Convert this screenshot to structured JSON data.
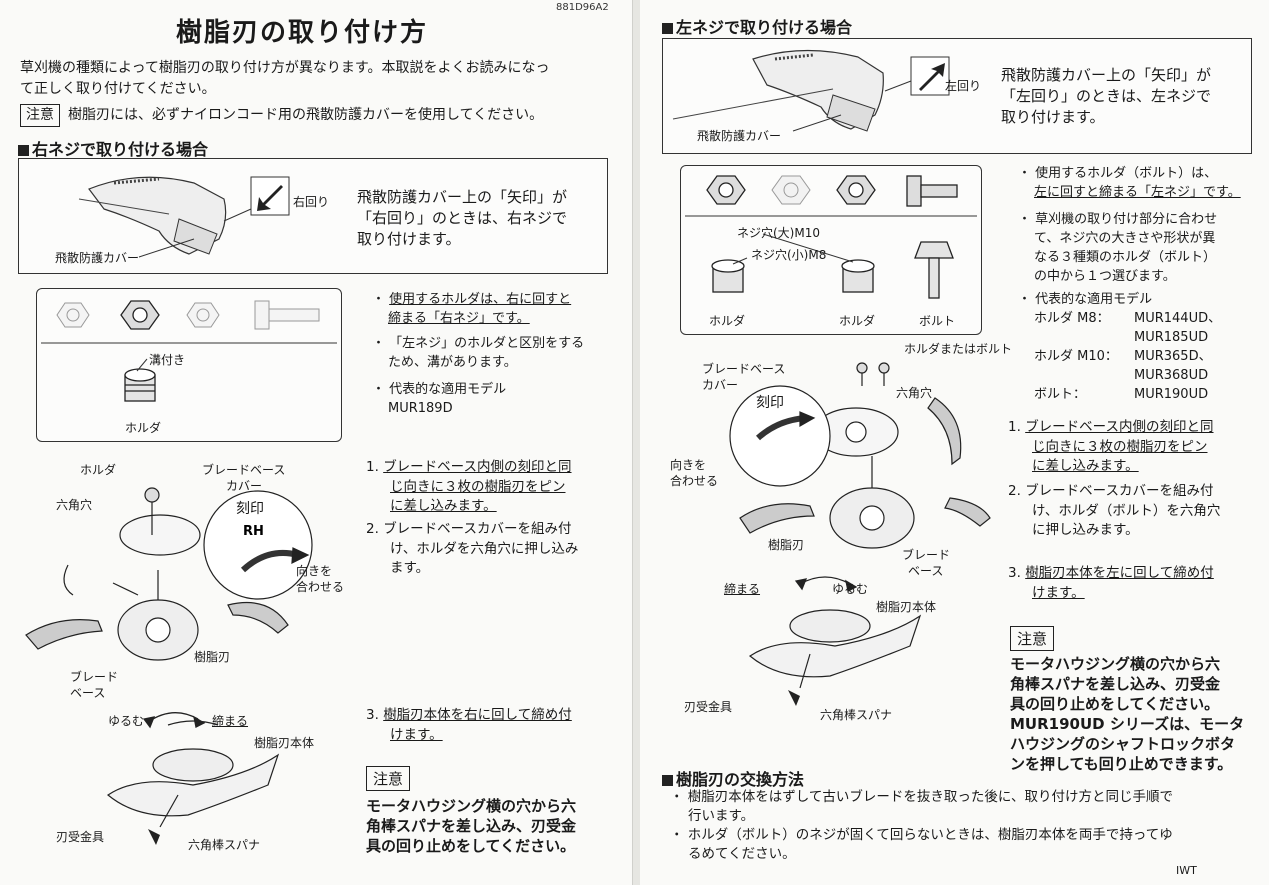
{
  "left": {
    "doc_id": "881D96A2",
    "title": "樹脂刃の取り付け方",
    "intro_line1": "草刈機の種類によって樹脂刃の取り付け方が異なります。本取説をよくお読みになっ",
    "intro_line2": "て正しく取り付けてください。",
    "notice_label": "注意",
    "notice_text": "樹脂刃には、必ずナイロンコード用の飛散防護カバーを使用してください。",
    "section_head": "右ネジで取り付ける場合",
    "box": {
      "arrow_label": "右回り",
      "cover_label": "飛散防護カバー",
      "text1": "飛散防護カバー上の「矢印」が",
      "text2": "「右回り」のときは、右ネジで",
      "text3": "取り付けます。"
    },
    "holder_panel": {
      "groove_label": "溝付き",
      "holder_label": "ホルダ"
    },
    "bullets": {
      "b1_line1": "使用するホルダは、右に回すと",
      "b1_line2": "締まる「右ネジ」です。",
      "b2_line1": "「左ネジ」のホルダと区別をする",
      "b2_line2": "ため、溝があります。",
      "b3_line1": "代表的な適用モデル",
      "b3_line2": "MUR189D"
    },
    "diagram": {
      "holder": "ホルダ",
      "hex_hole": "六角穴",
      "base_cover_1": "ブレードベース",
      "base_cover_2": "カバー",
      "stamp": "刻印",
      "rh": "RH",
      "align_1": "向きを",
      "align_2": "合わせる",
      "resin_blade": "樹脂刃",
      "blade_base_1": "ブレード",
      "blade_base_2": "ベース",
      "loosen": "ゆるむ",
      "tighten": "締まる",
      "body": "樹脂刃本体",
      "receiver": "刃受金具",
      "spanner": "六角棒スパナ"
    },
    "steps": {
      "s1_num": "1.",
      "s1_line1": "ブレードベース内側の刻印と同",
      "s1_line2": "じ向きに３枚の樹脂刃をピン",
      "s1_line3": "に差し込みます。",
      "s2_num": "2.",
      "s2_line1": "ブレードベースカバーを組み付",
      "s2_line2": "け、ホルダを六角穴に押し込み",
      "s2_line3": "ます。",
      "s3_num": "3.",
      "s3_line1": "樹脂刃本体を右に回して締め付",
      "s3_line2": "けます。"
    },
    "caution": {
      "label": "注意",
      "line1": "モータハウジング横の穴から六",
      "line2": "角棒スパナを差し込み、刃受金",
      "line3": "具の回り止めをしてください。"
    }
  },
  "right": {
    "section_head": "左ネジで取り付ける場合",
    "box": {
      "arrow_label": "左回り",
      "cover_label": "飛散防護カバー",
      "text1": "飛散防護カバー上の「矢印」が",
      "text2": "「左回り」のときは、左ネジで",
      "text3": "取り付けます。"
    },
    "holder_panel": {
      "big_hole": "ネジ穴(大)M10",
      "small_hole": "ネジ穴(小)M8",
      "holder1": "ホルダ",
      "holder2": "ホルダ",
      "bolt": "ボルト"
    },
    "bullets": {
      "b1_line1": "使用するホルダ（ボルト）は、",
      "b1_line2": "左に回すと締まる「左ネジ」です。",
      "b2_line1": "草刈機の取り付け部分に合わせ",
      "b2_line2": "て、ネジ穴の大きさや形状が異",
      "b2_line3": "なる３種類のホルダ（ボルト）",
      "b2_line4": "の中から１つ選びます。",
      "b3_line1": "代表的な適用モデル",
      "m8_label": "ホルダ M8：",
      "m8_model1": "MUR144UD、",
      "m8_model2": "MUR185UD",
      "m10_label": "ホルダ M10：",
      "m10_model1": "MUR365D、",
      "m10_model2": "MUR368UD",
      "bolt_label": "ボルト：",
      "bolt_model": "MUR190UD"
    },
    "diagram": {
      "holder_or_bolt": "ホルダまたはボルト",
      "base_cover_1": "ブレードベース",
      "base_cover_2": "カバー",
      "stamp": "刻印",
      "hex_hole": "六角穴",
      "align_1": "向きを",
      "align_2": "合わせる",
      "resin_blade": "樹脂刃",
      "blade_base_1": "ブレード",
      "blade_base_2": "ベース",
      "tighten": "締まる",
      "loosen": "ゆるむ",
      "body": "樹脂刃本体",
      "receiver": "刃受金具",
      "spanner": "六角棒スパナ"
    },
    "steps": {
      "s1_num": "1.",
      "s1_line1": "ブレードベース内側の刻印と同",
      "s1_line2": "じ向きに３枚の樹脂刃をピン",
      "s1_line3": "に差し込みます。",
      "s2_num": "2.",
      "s2_line1": "ブレードベースカバーを組み付",
      "s2_line2": "け、ホルダ（ボルト）を六角穴",
      "s2_line3": "に押し込みます。",
      "s3_num": "3.",
      "s3_line1": "樹脂刃本体を左に回して締め付",
      "s3_line2": "けます。"
    },
    "caution": {
      "label": "注意",
      "line1": "モータハウジング横の穴から六",
      "line2": "角棒スパナを差し込み、刃受金",
      "line3": "具の回り止めをしてください。",
      "line4": "MUR190UD シリーズは、モータ",
      "line5": "ハウジングのシャフトロックボタ",
      "line6": "ンを押しても回り止めできます。"
    },
    "replace": {
      "head": "樹脂刃の交換方法",
      "r1_line1": "樹脂刃本体をはずして古いブレードを抜き取った後に、取り付け方と同じ手順で",
      "r1_line2": "行います。",
      "r2_line1": "ホルダ（ボルト）のネジが固くて回らないときは、樹脂刃本体を両手で持ってゆ",
      "r2_line2": "るめてください。"
    },
    "footer": "IWT"
  }
}
